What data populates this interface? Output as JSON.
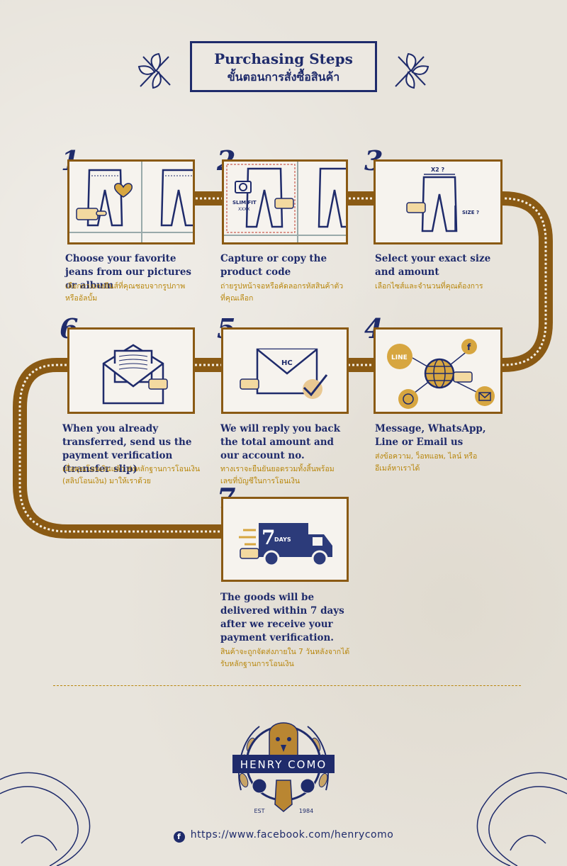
{
  "header": {
    "title_en": "Purchasing Steps",
    "title_th": "ขั้นตอนการสั่งซื้อสินค้า"
  },
  "steps": [
    {
      "num": "1",
      "en": "Choose your favorite jeans from our pictures or album",
      "th": "เลือกกางเกงยีนส์ที่คุณชอบจากรูปภาพ หรืออัลบั้ม"
    },
    {
      "num": "2",
      "en": "Capture or copy the product code",
      "th": "ถ่ายรูปหน้าจอหรือคัดลอกรหัสสินค้าตัวที่คุณเลือก",
      "label_slim": "SLIM FIT",
      "label_code": "XXXX"
    },
    {
      "num": "3",
      "en": "Select your exact size and amount",
      "th": "เลือกไซส์และจำนวนที่คุณต้องการ",
      "label_x2": "X2 ?",
      "label_size": "SIZE ?"
    },
    {
      "num": "4",
      "en": "Message, WhatsApp, Line or Email us",
      "th": "ส่งข้อความ, ว็อทแอพ, ไลน์ หรืออีเมล์หาเราได้",
      "label_line": "LINE",
      "label_fb": "f"
    },
    {
      "num": "5",
      "en": "We will reply you back the total amount and our account no.",
      "th": "ทางเราจะยืนยันยอดรวมทั้งสิ้นพร้อมเลขที่บัญชีในการโอนเงิน",
      "label_hc": "HC"
    },
    {
      "num": "6",
      "en": "When you already transferred, send us the payment verification (transfer slip)",
      "th": "เมื่อคุณโอนเงินแล้ว ส่งหลักฐานการโอนเงิน (สลิปโอนเงิน) มาให้เราด้วย"
    },
    {
      "num": "7",
      "en": "The goods will be delivered within 7 days after we receive your payment verification.",
      "th": "สินค้าจะถูกจัดส่งภายใน 7 วันหลังจากได้รับหลักฐานการโอนเงิน",
      "label_7": "7",
      "label_days": "DAYS"
    }
  ],
  "emblem": {
    "brand": "HENRY COMO",
    "est": "EST",
    "year": "1984"
  },
  "footer": {
    "fb_icon": "f",
    "link": "https://www.facebook.com/henrycomo"
  },
  "colors": {
    "navy": "#1f2b6b",
    "brown": "#8a5a14",
    "gold": "#d7a640",
    "orange_text": "#b8860b"
  }
}
